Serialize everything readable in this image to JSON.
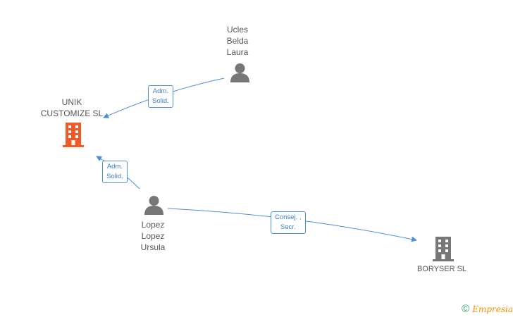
{
  "nodes": {
    "unik": {
      "lines": [
        "UNIK",
        "CUSTOMIZE SL"
      ],
      "type": "company",
      "color": "#f05a28"
    },
    "ucles": {
      "lines": [
        "Ucles",
        "Belda",
        "Laura"
      ],
      "type": "person",
      "color": "#777777"
    },
    "lopez": {
      "lines": [
        "Lopez",
        "Lopez",
        "Ursula"
      ],
      "type": "person",
      "color": "#777777"
    },
    "boryser": {
      "lines": [
        "BORYSER SL"
      ],
      "type": "company",
      "color": "#777777"
    }
  },
  "edges": [
    {
      "from": "ucles",
      "to": "unik",
      "lines": [
        "Adm.",
        "Solid."
      ]
    },
    {
      "from": "lopez",
      "to": "unik",
      "lines": [
        "Adm.",
        "Solid."
      ]
    },
    {
      "from": "lopez",
      "to": "boryser",
      "lines": [
        "Consej. ,",
        "Secr."
      ]
    }
  ],
  "edge_color": "#4a90d9",
  "brand": {
    "copyright": "©",
    "name": "Empresia"
  }
}
